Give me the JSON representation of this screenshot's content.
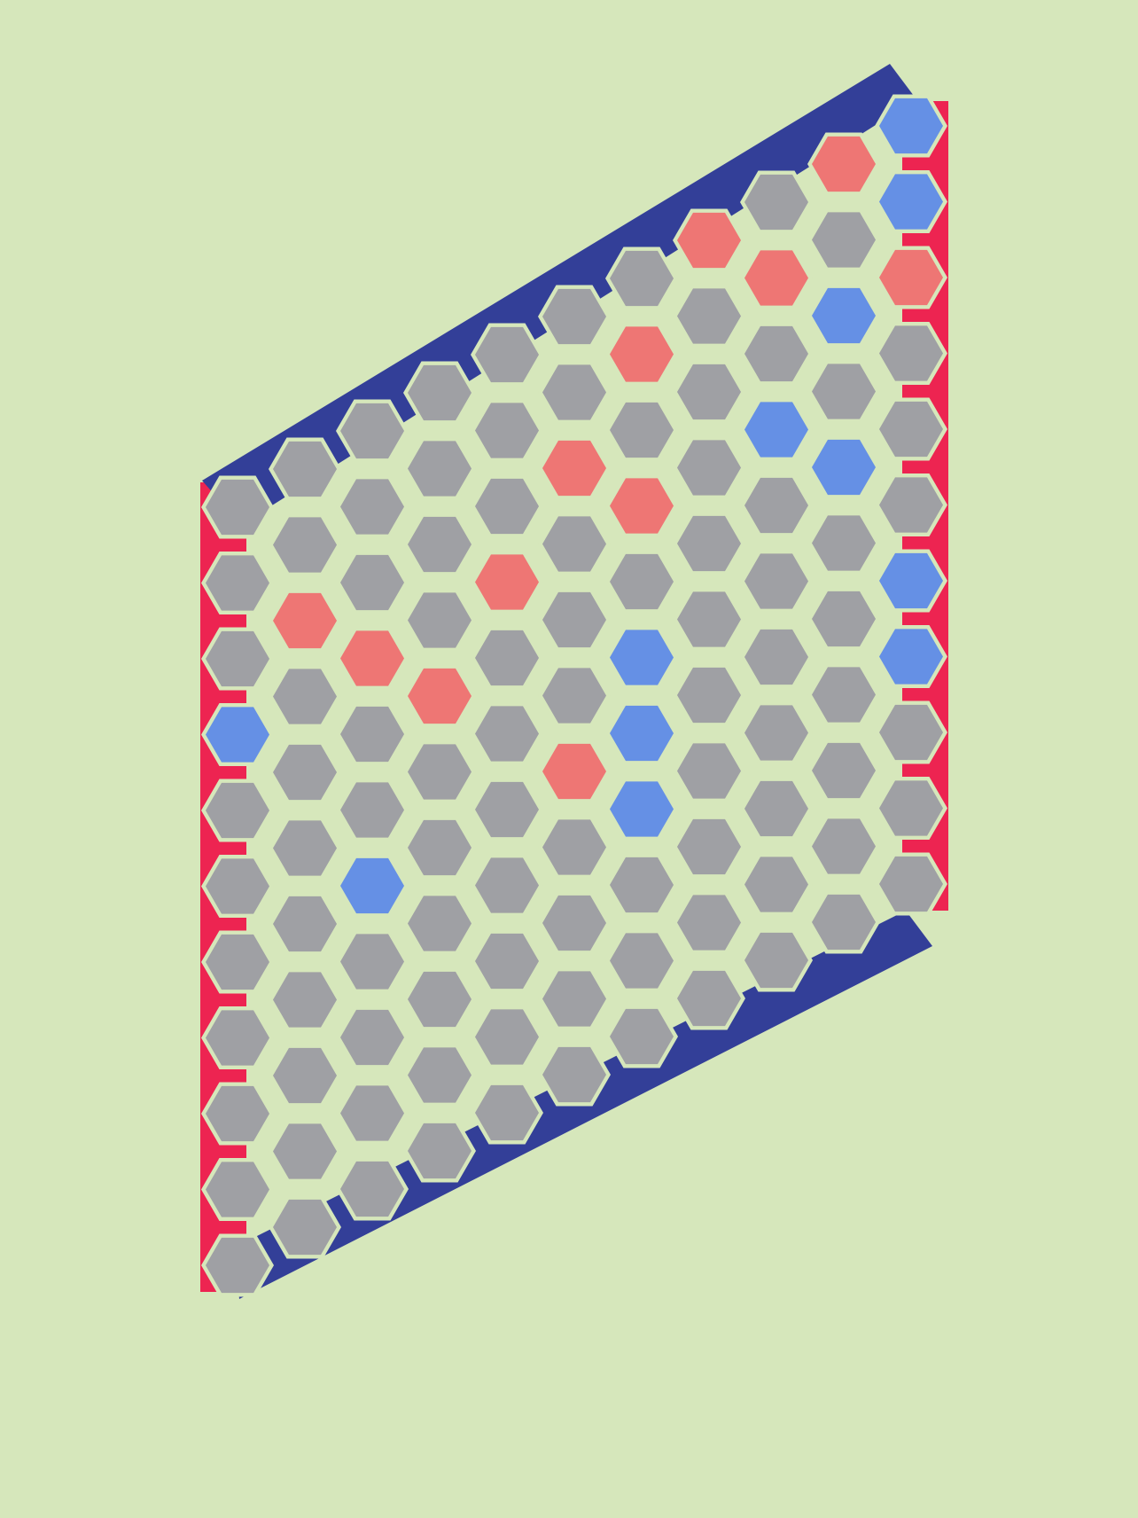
{
  "game": {
    "board_size": 11,
    "colors": {
      "background": "#d6e7bb",
      "empty": "#9fa0a4",
      "red_stone": "#ee7674",
      "blue_stone": "#6590e5",
      "red_border": "#ed2451",
      "blue_border": "#333f98",
      "gap": "#d6e7bb"
    },
    "edges": {
      "red": "left-and-right",
      "blue": "top-and-bottom"
    },
    "stones": [
      {
        "q": 6,
        "r": 3,
        "color": "blue"
      },
      {
        "q": 10,
        "r": 3,
        "color": "blue"
      },
      {
        "q": 2,
        "r": 4,
        "color": "blue"
      },
      {
        "q": 5,
        "r": 4,
        "color": "red"
      },
      {
        "q": 6,
        "r": 4,
        "color": "blue"
      },
      {
        "q": 10,
        "r": 4,
        "color": "blue"
      },
      {
        "q": 6,
        "r": 5,
        "color": "blue"
      },
      {
        "q": 3,
        "r": 6,
        "color": "red"
      },
      {
        "q": 9,
        "r": 6,
        "color": "blue"
      },
      {
        "q": 2,
        "r": 7,
        "color": "red"
      },
      {
        "q": 4,
        "r": 7,
        "color": "red"
      },
      {
        "q": 6,
        "r": 7,
        "color": "red"
      },
      {
        "q": 8,
        "r": 7,
        "color": "blue"
      },
      {
        "q": 1,
        "r": 8,
        "color": "red"
      },
      {
        "q": 5,
        "r": 8,
        "color": "red"
      },
      {
        "q": 9,
        "r": 8,
        "color": "blue"
      },
      {
        "q": 6,
        "r": 9,
        "color": "red"
      },
      {
        "q": 8,
        "r": 9,
        "color": "red"
      },
      {
        "q": 7,
        "r": 10,
        "color": "red"
      },
      {
        "q": 9,
        "r": 10,
        "color": "red"
      },
      {
        "q": 0,
        "r": 7,
        "color": "blue"
      },
      {
        "q": 10,
        "r": 8,
        "color": "red"
      },
      {
        "q": 10,
        "r": 9,
        "color": "blue"
      },
      {
        "q": 10,
        "r": 10,
        "color": "blue"
      }
    ]
  }
}
